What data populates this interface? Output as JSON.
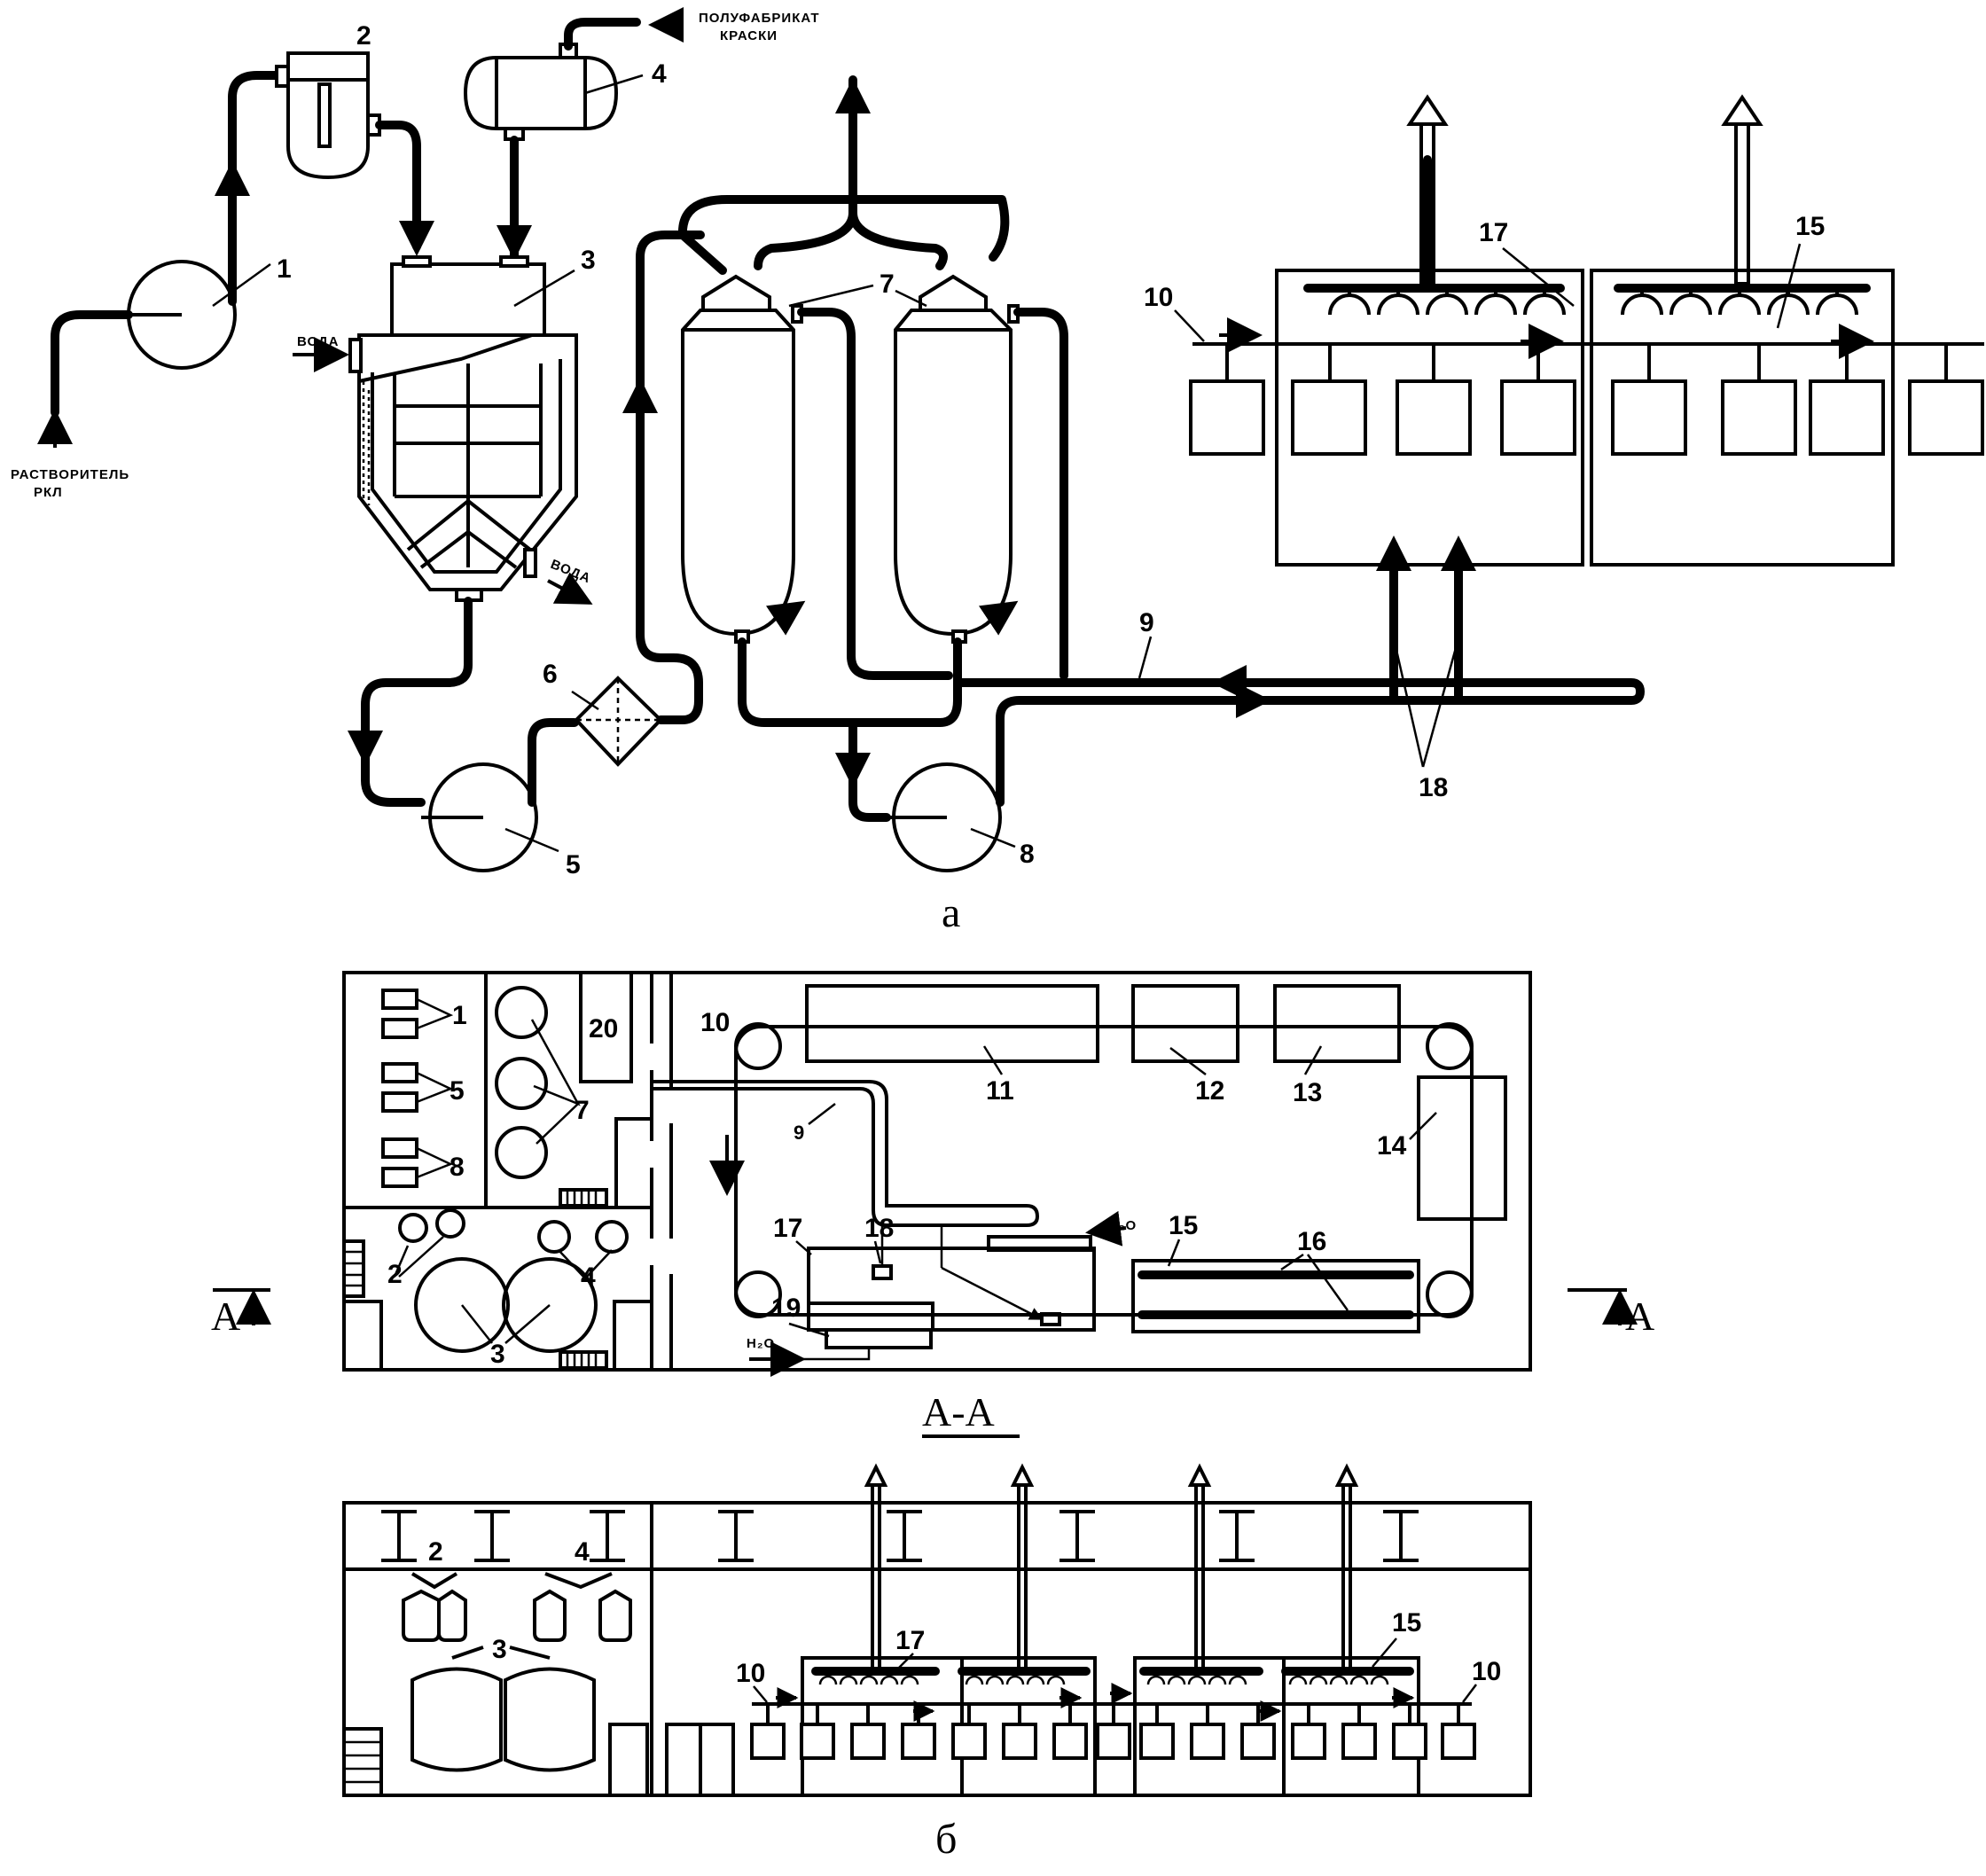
{
  "captions": {
    "a": "а",
    "b": "б",
    "section": "А-А",
    "cut_left": "А",
    "cut_right": "А"
  },
  "flows": {
    "solvent_top": "РАСТВОРИТЕЛЬ",
    "solvent_bottom": "РКЛ",
    "paint_top": "ПОЛУФАБРИКАТ",
    "paint_bottom": "КРАСКИ",
    "water_in": "ВОДА",
    "water_out": "ВОДА",
    "h2o_plan_1": "H₂O",
    "h2o_plan_2": "H₂O"
  },
  "labels_a": [
    "1",
    "2",
    "3",
    "4",
    "5",
    "6",
    "7",
    "8",
    "9",
    "10",
    "15",
    "17",
    "18"
  ],
  "labels_plan": [
    "1",
    "2",
    "3",
    "4",
    "5",
    "7",
    "8",
    "9",
    "10",
    "11",
    "12",
    "13",
    "14",
    "15",
    "16",
    "17",
    "18",
    "19",
    "20"
  ],
  "labels_b": [
    "2",
    "3",
    "4",
    "10",
    "10",
    "15",
    "17"
  ]
}
